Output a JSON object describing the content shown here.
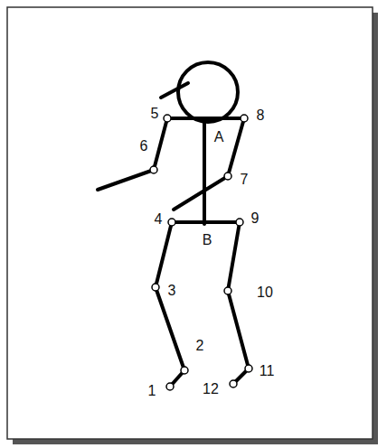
{
  "diagram": {
    "labels": [
      "5",
      "8",
      "6",
      "A",
      "7",
      "4",
      "9",
      "B",
      "3",
      "10",
      "2",
      "11",
      "1",
      "12"
    ]
  }
}
